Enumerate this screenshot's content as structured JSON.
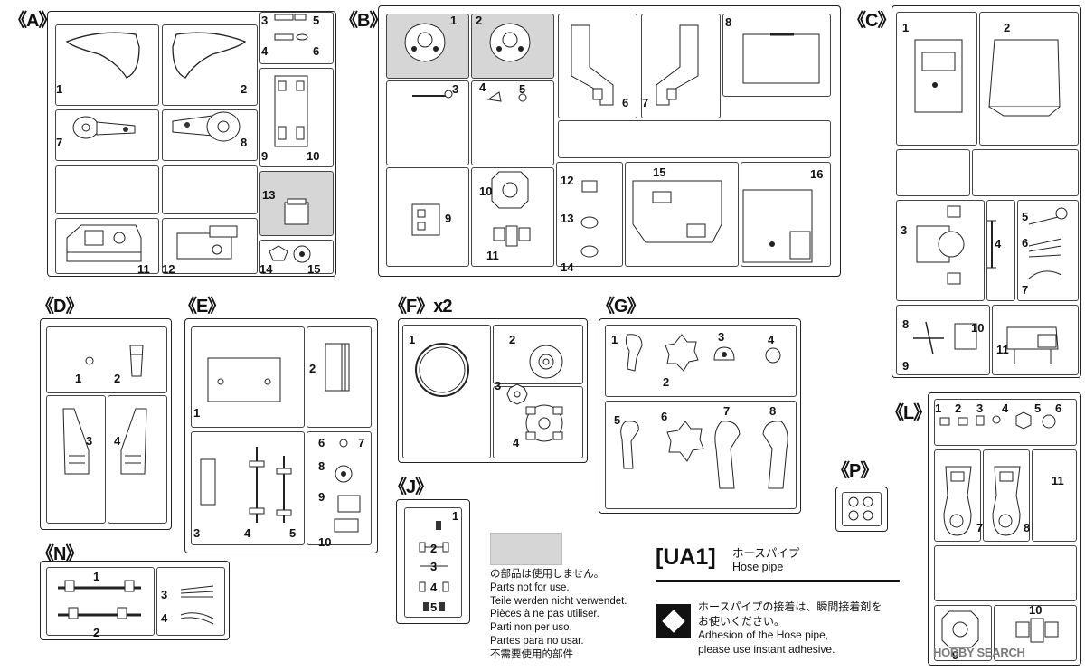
{
  "sprues": {
    "A": {
      "label": "《A》",
      "parts": [
        "1",
        "2",
        "3",
        "4",
        "5",
        "6",
        "7",
        "8",
        "9",
        "10",
        "11",
        "12",
        "13",
        "14",
        "15"
      ]
    },
    "B": {
      "label": "《B》",
      "parts": [
        "1",
        "2",
        "3",
        "4",
        "5",
        "6",
        "7",
        "8",
        "9",
        "10",
        "11",
        "12",
        "13",
        "14",
        "15",
        "16"
      ]
    },
    "C": {
      "label": "《C》",
      "parts": [
        "1",
        "2",
        "3",
        "4",
        "5",
        "6",
        "7",
        "8",
        "9",
        "10",
        "11"
      ]
    },
    "D": {
      "label": "《D》",
      "parts": [
        "1",
        "2",
        "3",
        "4"
      ]
    },
    "E": {
      "label": "《E》",
      "parts": [
        "1",
        "2",
        "3",
        "4",
        "5",
        "6",
        "7",
        "8",
        "9",
        "10"
      ]
    },
    "F": {
      "label": "《F》x2",
      "parts": [
        "1",
        "2",
        "3",
        "4"
      ]
    },
    "G": {
      "label": "《G》",
      "parts": [
        "1",
        "2",
        "3",
        "4",
        "5",
        "6",
        "7",
        "8"
      ]
    },
    "J": {
      "label": "《J》",
      "parts": [
        "1",
        "2",
        "3",
        "4",
        "5"
      ]
    },
    "L": {
      "label": "《L》",
      "parts": [
        "1",
        "2",
        "3",
        "4",
        "5",
        "6",
        "7",
        "8",
        "9",
        "10",
        "11"
      ]
    },
    "N": {
      "label": "《N》",
      "parts": [
        "1",
        "2",
        "3",
        "4"
      ]
    },
    "P": {
      "label": "《P》",
      "parts": []
    }
  },
  "unused_legend": {
    "lines": [
      "の部品は使用しません。",
      "Parts not for use.",
      "Teile werden nicht verwendet.",
      "Pièces à ne pas utiliser.",
      "Parti non per uso.",
      "Partes para no usar.",
      "不需要使用的部件"
    ],
    "fill_color": "#d6d6d6"
  },
  "ua1": {
    "code": "[UA1]",
    "name_jp": "ホースパイプ",
    "name_en": "Hose pipe",
    "note_lines": [
      "ホースパイプの接着は、瞬間接着剤を",
      "お使いください。",
      "Adhesion of the Hose pipe,",
      "please use instant adhesive."
    ]
  },
  "watermark": "HOBBY SEARCH"
}
